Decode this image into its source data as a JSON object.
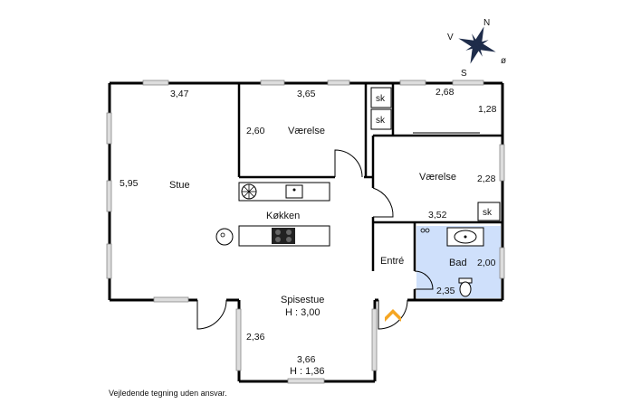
{
  "compass": {
    "n": "N",
    "s": "S",
    "v": "V",
    "o": "ø"
  },
  "rooms": {
    "stue": {
      "name": "Stue",
      "w": "3,47",
      "h": "5,95"
    },
    "vaerelse1": {
      "name": "Værelse",
      "w": "3,65",
      "h": "2,60"
    },
    "vaerelse2": {
      "name": "Værelse",
      "top": "2,68",
      "side": "1,28",
      "right": "2,28",
      "bottom": "3,52"
    },
    "kokken": {
      "name": "Køkken"
    },
    "entre": {
      "name": "Entré"
    },
    "bad": {
      "name": "Bad",
      "h": "2,00",
      "w": "2,35",
      "color": "#cfe0fb"
    },
    "spisestue": {
      "name": "Spisestue",
      "height_note": "H : 3,00",
      "side": "2,36",
      "width": "3,66",
      "h2": "H : 1,36"
    }
  },
  "sk": [
    "sk",
    "sk",
    "sk"
  ],
  "footer": "Vejledende tegning uden ansvar."
}
